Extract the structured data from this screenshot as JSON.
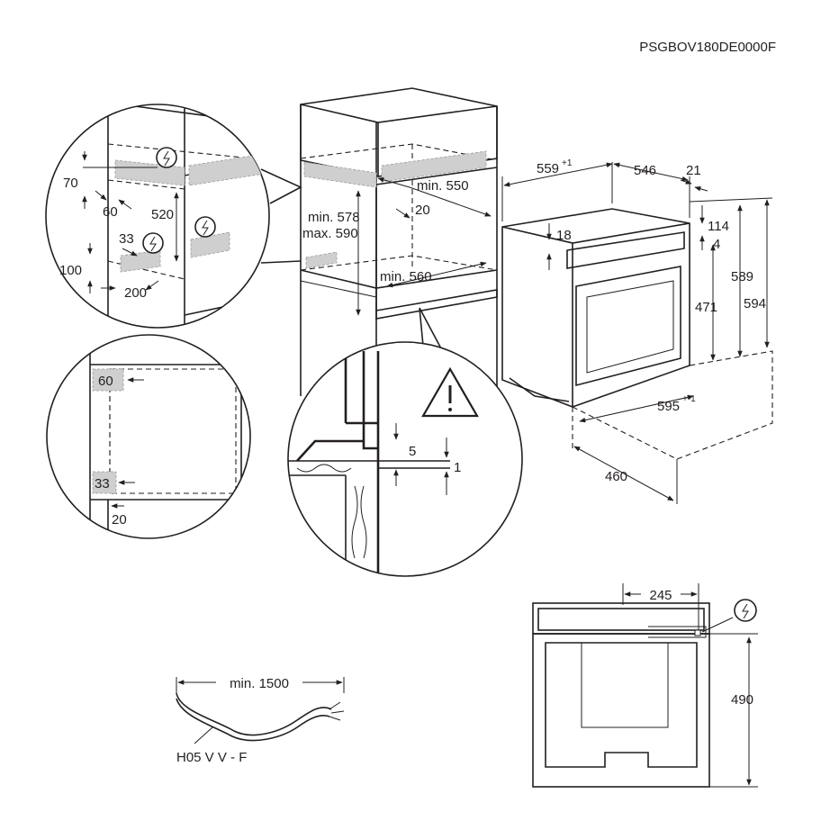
{
  "header": {
    "code": "PSGBOV180DE0000F"
  },
  "niche": {
    "min_width_top": "min. 550",
    "min_height": "min. 578",
    "max_height": "max. 590",
    "gap_20": "20",
    "min_width_bottom": "min. 560"
  },
  "detail_top_left": {
    "d70": "70",
    "d60": "60",
    "d520": "520",
    "d33": "33",
    "d100": "100",
    "d200": "200"
  },
  "detail_mid_left": {
    "d60": "60",
    "d33": "33",
    "d20": "20"
  },
  "detail_center": {
    "d5": "5",
    "d1": "1"
  },
  "oven": {
    "depth_total": "559",
    "depth_total_sup": "+1",
    "depth": "546",
    "front": "21",
    "d18": "18",
    "d114": "114",
    "d4": "4",
    "d471": "471",
    "d589": "589",
    "d594": "594",
    "width": "595",
    "width_sup": "+-1",
    "d460": "460"
  },
  "cable": {
    "length": "min. 1500",
    "type": "H05 V V - F"
  },
  "rear_view": {
    "d245": "245",
    "d490": "490"
  }
}
